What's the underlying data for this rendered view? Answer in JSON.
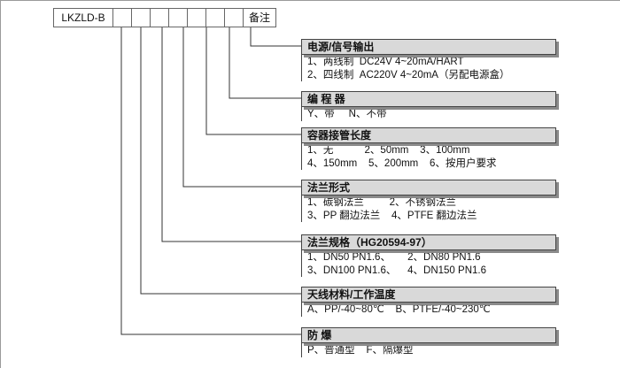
{
  "model": {
    "prefix": "LKZLD-B",
    "blank_cells": [
      "",
      "",
      "",
      "",
      "",
      "",
      ""
    ],
    "note_label": "备注"
  },
  "specs": [
    {
      "title": "电源/信号输出",
      "lines": [
        "1、两线制  DC24V 4~20mA/HART",
        "2、四线制  AC220V 4~20mA（另配电源盒）"
      ]
    },
    {
      "title": "编 程 器",
      "lines": [
        "Y、带     N、不带"
      ]
    },
    {
      "title": "容器接管长度",
      "lines": [
        "1、无           2、50mm    3、100mm",
        "4、150mm    5、200mm    6、按用户要求"
      ]
    },
    {
      "title": "法兰形式",
      "lines": [
        "1、碳钢法兰         2、不锈钢法兰",
        "3、PP 翻边法兰    4、PTFE 翻边法兰"
      ]
    },
    {
      "title": "法兰规格（HG20594-97）",
      "lines": [
        "1、DN50 PN1.6、      2、DN80 PN1.6",
        "3、DN100 PN1.6、    4、DN150 PN1.6"
      ]
    },
    {
      "title": "天线材料/工作温度",
      "lines": [
        "A、PP/-40~80℃    B、PTFE/-40~230℃"
      ]
    },
    {
      "title": "防    爆",
      "lines": [
        "P、普通型    F、隔爆型"
      ]
    }
  ]
}
